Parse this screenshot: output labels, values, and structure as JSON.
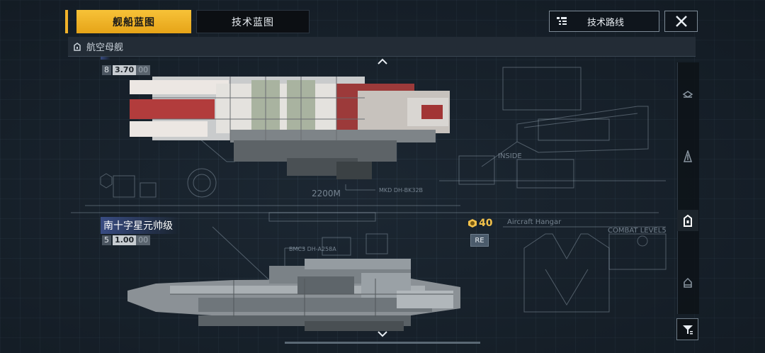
{
  "tabs": {
    "active": "舰船蓝图",
    "inactive": "技术蓝图"
  },
  "tech_route": {
    "label": "技术路线"
  },
  "category": {
    "label": "航空母舰"
  },
  "ships": [
    {
      "name": "",
      "stat_prefix": "8",
      "stat_value": "3.70",
      "stat_suffix": "00",
      "cost": "",
      "length": "2200M",
      "module_label": "MKD DH-BK32B"
    },
    {
      "name": "南十字星元帅级",
      "stat_prefix": "5",
      "stat_value": "1.00",
      "stat_suffix": "00",
      "cost": "40",
      "badge": "RE",
      "module_label": "BMC3 DH-A258A"
    }
  ],
  "blueprint_labels": [
    "INSIDE",
    "Aircraft Hangar",
    "COMBAT LEVEL5"
  ],
  "colors": {
    "accent": "#f2b22a",
    "cost": "#f2c14a"
  }
}
